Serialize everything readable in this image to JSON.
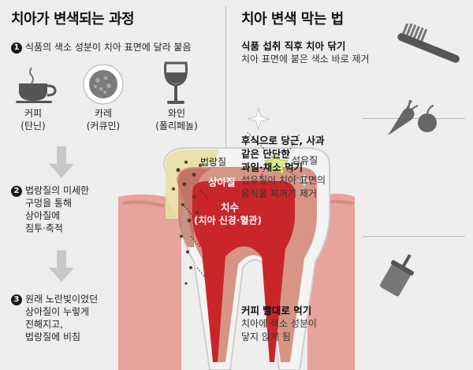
{
  "left": {
    "title": "치아가 변색되는 과정",
    "step1": {
      "num": "1",
      "text": "식품의 색소 성분이 치아 표면에 달라 붙음"
    },
    "foods": [
      {
        "icon": "coffee-cup-icon",
        "name": "커피",
        "sub": "(탄닌)"
      },
      {
        "icon": "curry-bowl-icon",
        "name": "카레",
        "sub": "(커큐민)"
      },
      {
        "icon": "wine-glass-icon",
        "name": "와인",
        "sub": "(폴리페놀)"
      }
    ],
    "step2": {
      "num": "2",
      "lines": [
        "법랑질의 미세한",
        "구멍을 통해",
        "상아질에",
        "침투·축적"
      ]
    },
    "step3": {
      "num": "3",
      "lines": [
        "원래 노란빛이었던",
        "상아질이 누렇게",
        "진해지고,",
        "법랑질에 비침"
      ]
    }
  },
  "tooth": {
    "enamel": "법랑질",
    "fiber": "섬유질",
    "dentin": "상아질",
    "pulp": "치수",
    "pulp_sub": "(치아 신경·혈관)"
  },
  "right": {
    "title": "치아 변색 막는 법",
    "tips": [
      {
        "icon": "toothbrush-icon",
        "title_lines": [
          "식품 섭취 직후 치아 닦기"
        ],
        "desc_lines": [
          "치아 표면에 붙은 색소 바로 제거"
        ]
      },
      {
        "icon": "carrot-apple-icon",
        "title_lines": [
          "후식으로 당근, 사과",
          "같은 단단한",
          "과일·채소 먹기"
        ],
        "desc_lines": [
          "섬유질이 치아 표면의",
          "음식물 찌꺼기 제거"
        ]
      },
      {
        "icon": "straw-cup-icon",
        "title_lines": [
          "커피 빨대로 먹기"
        ],
        "desc_lines": [
          "치아에 색소 성분이",
          "닿지 않게 됨"
        ]
      }
    ]
  }
}
